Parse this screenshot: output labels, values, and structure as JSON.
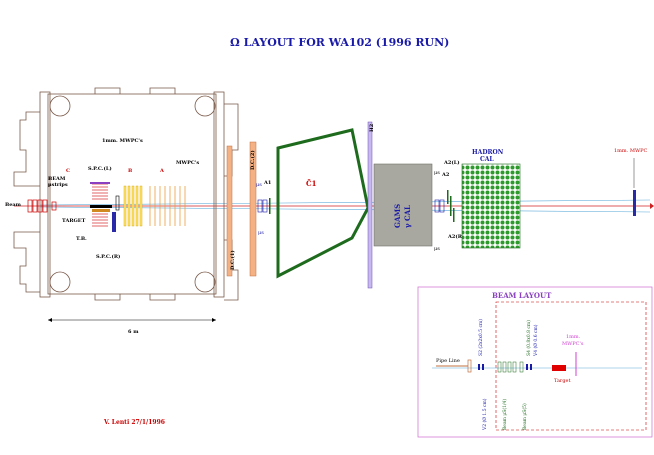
{
  "title": "Ω  LAYOUT FOR WA102 (1996 RUN)",
  "labels": {
    "beam": "Beam",
    "beam_strips_1": "BEAM",
    "beam_strips_2": "μstrips",
    "spc_l": "S.P.C.(L)",
    "spc_r": "S.P.C.(R)",
    "c_label": "C",
    "b_label": "B",
    "a_label": "A",
    "mwpc_1mm": "1mm. MWPC's",
    "mwpcs": "MWPC's",
    "target": "TARGET",
    "tb": "T.B.",
    "dc1": "D.C.(1)",
    "dc2": "D.C.(2)",
    "a1": "A1",
    "mu_s_top": "μs",
    "mu_s_bot": "μs",
    "c1": "C̃1",
    "h2": "H2",
    "gams_1": "GAMS",
    "gams_2": "γ CAL",
    "a2l": "A2(L)",
    "a2": "A2",
    "a2r": "A2(R)",
    "mu_s_right_top": "μs",
    "mu_s_right_bot": "μs",
    "hadron_1": "HADRON",
    "hadron_2": "CAL",
    "mwpc_right": "1mm. MWPC",
    "six_m": "6 m",
    "author": "V. Lenti 27/1/1996"
  },
  "inset": {
    "title": "BEAM LAYOUT",
    "pipe_line": "Pipe Line",
    "s2": "S2 (2x2x0.5 cm)",
    "s4": "S4 (0.8x0.8 cm)",
    "v4": "V4 (Ø 0.6 cm)",
    "v2": "V2 (Ø 1.5 cm)",
    "beam_ms14": "Beam μS(1/4)",
    "beam_ms5": "Beam μS(5)",
    "target": "Target",
    "mwpc_1": "1mm.",
    "mwpc_2": "MWPC's"
  },
  "colors": {
    "title": "#1a1aa8",
    "magnet": "#7a5a4a",
    "dc": "#f4b183",
    "cherenkov": "#1e6b1e",
    "gams": "#a8a8a0",
    "hadron": "#2e9a2e",
    "h2": "#8a70c8",
    "inset_border": "#d47ad4",
    "red": "#cc0000",
    "blue": "#1a1aa8"
  }
}
